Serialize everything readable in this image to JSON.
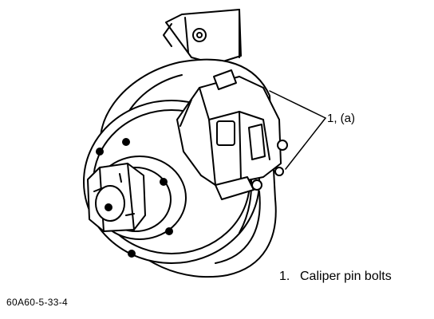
{
  "callout": {
    "text": "1, (a)"
  },
  "legend": {
    "items": [
      {
        "number": "1.",
        "label": "Caliper pin bolts"
      }
    ]
  },
  "figure_ref": "60A60-5-33-4",
  "colors": {
    "ink": "#000000",
    "paper": "#ffffff"
  }
}
